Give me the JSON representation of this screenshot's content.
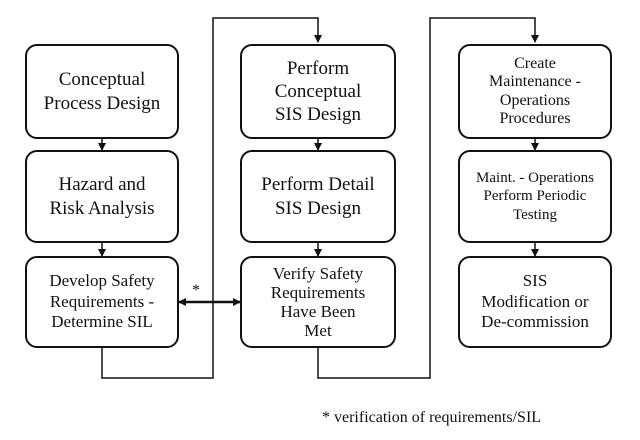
{
  "columns": [
    {
      "boxes": [
        {
          "lines": [
            "Conceptual",
            "Process Design"
          ]
        },
        {
          "lines": [
            "Hazard and",
            "Risk Analysis"
          ]
        },
        {
          "lines": [
            "Develop Safety",
            "Requirements -",
            "Determine SIL"
          ]
        }
      ]
    },
    {
      "boxes": [
        {
          "lines": [
            "Perform",
            "Conceptual",
            "SIS Design"
          ]
        },
        {
          "lines": [
            "Perform Detail",
            "SIS Design"
          ]
        },
        {
          "lines": [
            "Verify Safety",
            "Requirements",
            "Have Been",
            "Met"
          ]
        }
      ]
    },
    {
      "boxes": [
        {
          "lines": [
            "Create",
            "Maintenance -",
            "Operations",
            "Procedures"
          ]
        },
        {
          "lines": [
            "Maint. - Operations",
            "Perform Periodic",
            "Testing"
          ]
        },
        {
          "lines": [
            "SIS",
            "Modification or",
            "De-commission"
          ]
        }
      ]
    }
  ],
  "connector_marker": "*",
  "footnote": "* verification of requirements/SIL"
}
